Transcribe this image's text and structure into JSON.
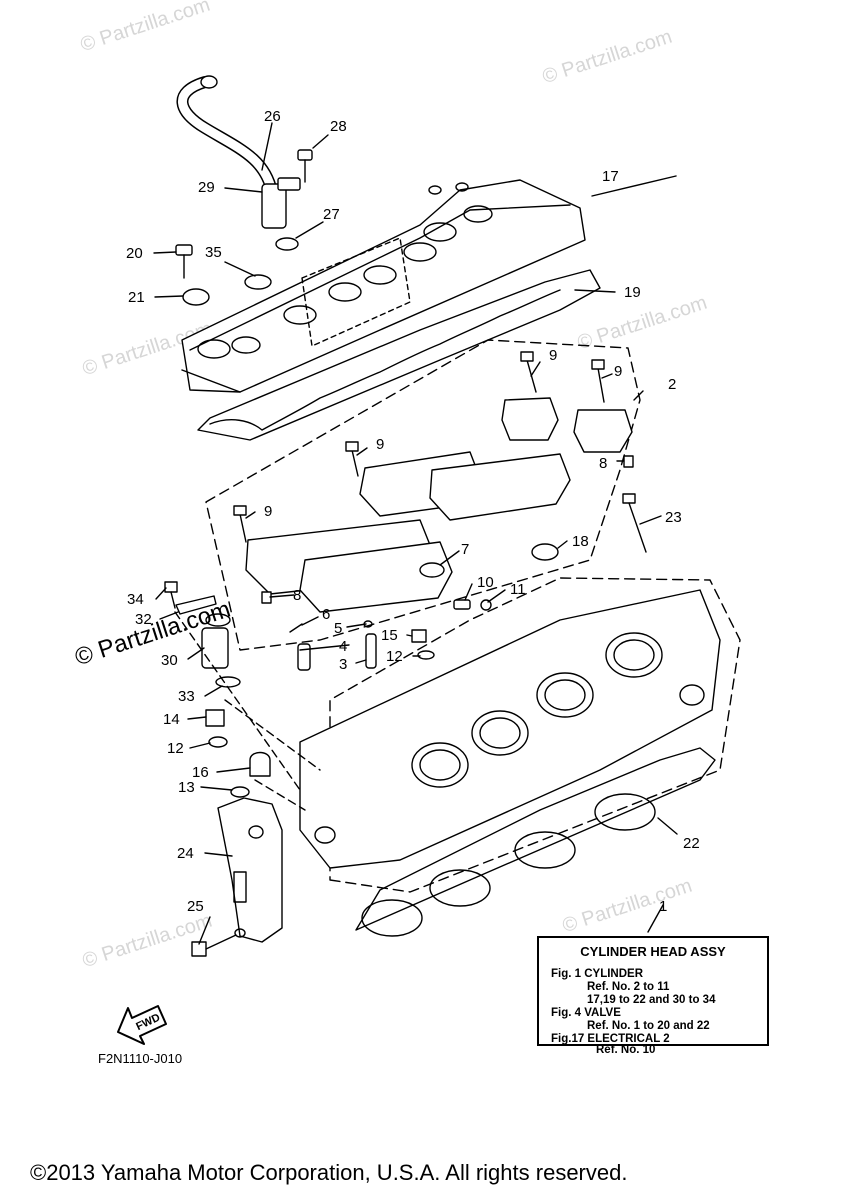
{
  "watermark": {
    "text": "© Partzilla.com",
    "prominent_text": "© Partzilla.com"
  },
  "parts": [
    {
      "ref": "1"
    },
    {
      "ref": "2"
    },
    {
      "ref": "3"
    },
    {
      "ref": "4"
    },
    {
      "ref": "5"
    },
    {
      "ref": "6"
    },
    {
      "ref": "7"
    },
    {
      "ref": "8"
    },
    {
      "ref": "8"
    },
    {
      "ref": "9"
    },
    {
      "ref": "9"
    },
    {
      "ref": "9"
    },
    {
      "ref": "9"
    },
    {
      "ref": "10"
    },
    {
      "ref": "11"
    },
    {
      "ref": "12"
    },
    {
      "ref": "12"
    },
    {
      "ref": "13"
    },
    {
      "ref": "14"
    },
    {
      "ref": "15"
    },
    {
      "ref": "16"
    },
    {
      "ref": "17"
    },
    {
      "ref": "18"
    },
    {
      "ref": "19"
    },
    {
      "ref": "20"
    },
    {
      "ref": "21"
    },
    {
      "ref": "22"
    },
    {
      "ref": "23"
    },
    {
      "ref": "24"
    },
    {
      "ref": "25"
    },
    {
      "ref": "26"
    },
    {
      "ref": "27"
    },
    {
      "ref": "28"
    },
    {
      "ref": "29"
    },
    {
      "ref": "30"
    },
    {
      "ref": "32"
    },
    {
      "ref": "33"
    },
    {
      "ref": "34"
    },
    {
      "ref": "35"
    }
  ],
  "fwd_label": "FWD",
  "reference_box": {
    "title": "CYLINDER HEAD ASSY",
    "lines": [
      "Fig.  1 CYLINDER",
      "Ref. No. 2 to 11",
      "17,19 to 22 and 30 to 34",
      "Fig.  4 VALVE",
      "Ref. No. 1 to 20 and 22",
      "Fig.17 ELECTRICAL 2",
      "Ref. No. 10"
    ]
  },
  "diagram_code": "F2N1110-J010",
  "copyright": "©2013 Yamaha Motor Corporation, U.S.A. All rights reserved."
}
